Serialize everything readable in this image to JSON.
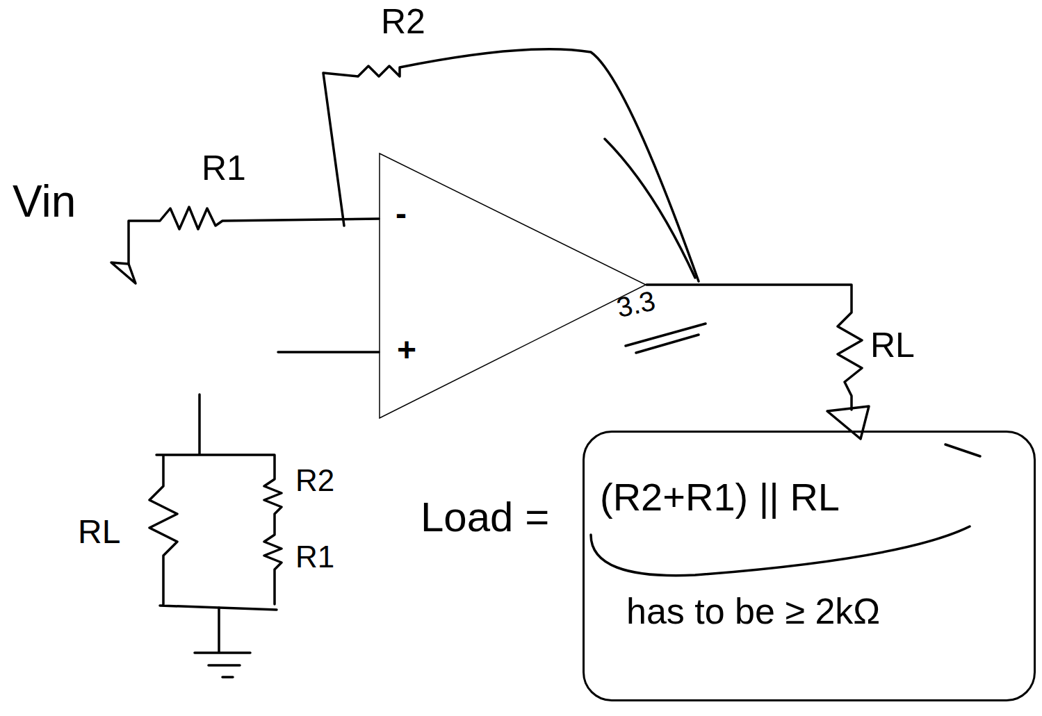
{
  "diagram": {
    "nodes": [
      {
        "text": [
          "-",
          "+"
        ]
      },
      {
        "text": [
          "(R2+R1) || RL",
          "has to be ≥ 2kΩ"
        ]
      }
    ],
    "labels": [
      "R2",
      "Vin",
      "R1",
      "3.3",
      "RL",
      "RL",
      "R2",
      "R1",
      "Load ="
    ]
  }
}
